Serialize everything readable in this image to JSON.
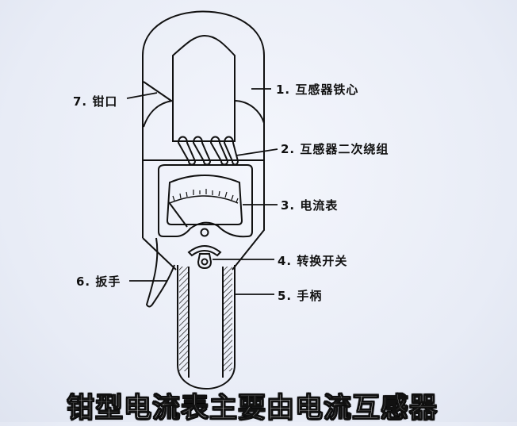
{
  "labels": [
    {
      "num": "1.",
      "text": "互感器铁心"
    },
    {
      "num": "2.",
      "text": "互感器二次绕组"
    },
    {
      "num": "3.",
      "text": "电流表"
    },
    {
      "num": "4.",
      "text": "转换开关"
    },
    {
      "num": "5.",
      "text": "手柄"
    },
    {
      "num": "6.",
      "text": "扳手"
    },
    {
      "num": "7.",
      "text": "钳口"
    }
  ],
  "caption": "钳型电流表主要由电流互感器"
}
